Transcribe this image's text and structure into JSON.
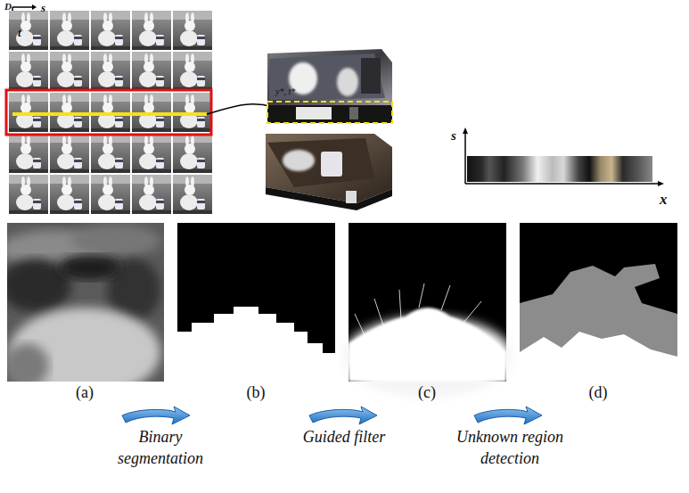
{
  "diagram": {
    "labels": [
      "D",
      "s",
      "t",
      "y*, t*",
      "s",
      "x",
      "(a)",
      "(b)",
      "(c)",
      "(d)",
      "Binary segmentation",
      "Guided filter",
      "Unknown region detection"
    ]
  }
}
